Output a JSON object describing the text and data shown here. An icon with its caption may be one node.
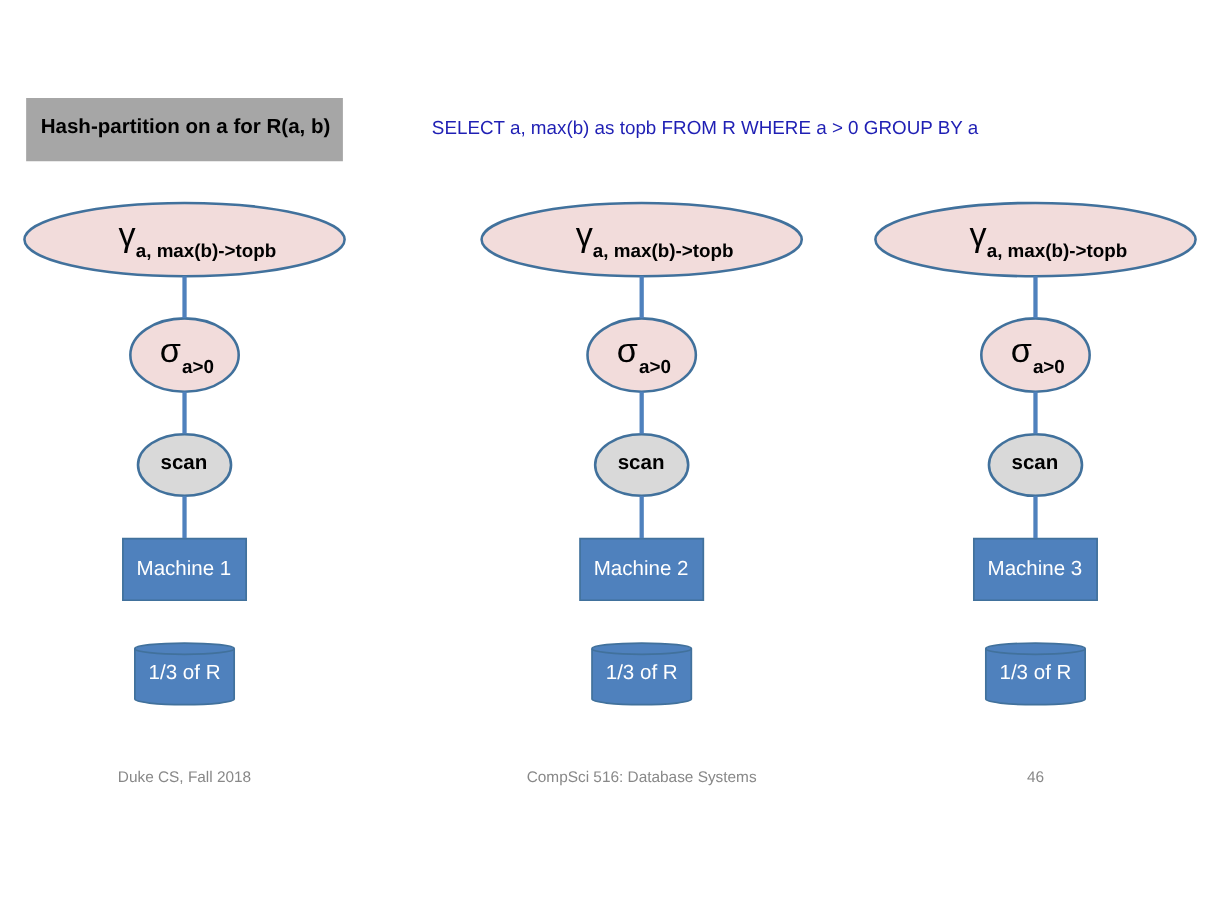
{
  "diagram": {
    "nodes": [
      {
        "text": [
          "Hash-partition on a for R(a, b)"
        ]
      },
      {
        "text": [
          "γ$_{a, max(b)->topb}$"
        ]
      },
      {
        "text": [
          "γ$_{a, max(b)->topb}$"
        ]
      },
      {
        "text": [
          "γ$_{a, max(b)->topb}$"
        ]
      },
      {
        "text": [
          "σ$_{a>0}$"
        ]
      },
      {
        "text": [
          "σ$_{a>0}$"
        ]
      },
      {
        "text": [
          "σ$_{a>0}$"
        ]
      },
      {
        "text": [
          "scan"
        ]
      },
      {
        "text": [
          "scan"
        ]
      },
      {
        "text": [
          "scan"
        ]
      },
      {
        "text": [
          "Machine 1"
        ]
      },
      {
        "text": [
          "Machine 2"
        ]
      },
      {
        "text": [
          "Machine 3"
        ]
      },
      {
        "text": [
          "1/3 of R"
        ]
      },
      {
        "text": [
          "1/3 of R"
        ]
      },
      {
        "text": [
          "1/3 of R"
        ]
      }
    ],
    "edges": [
      {
        "from": 1,
        "to": 4,
        "arrow": "none"
      },
      {
        "from": 2,
        "to": 5,
        "arrow": "none"
      },
      {
        "from": 3,
        "to": 6,
        "arrow": "none"
      },
      {
        "from": 4,
        "to": 7,
        "arrow": "none"
      },
      {
        "from": 5,
        "to": 8,
        "arrow": "none"
      },
      {
        "from": 6,
        "to": 9,
        "arrow": "none"
      },
      {
        "from": 7,
        "to": 10,
        "arrow": "none"
      },
      {
        "from": 8,
        "to": 11,
        "arrow": "none"
      },
      {
        "from": 9,
        "to": 12,
        "arrow": "none"
      }
    ],
    "labels": [
      "SELECT a, max(b) as topb FROM R WHERE a > 0 GROUP BY a",
      "Duke CS, Fall 2018",
      "CompSci 516: Database Systems",
      "46"
    ]
  }
}
